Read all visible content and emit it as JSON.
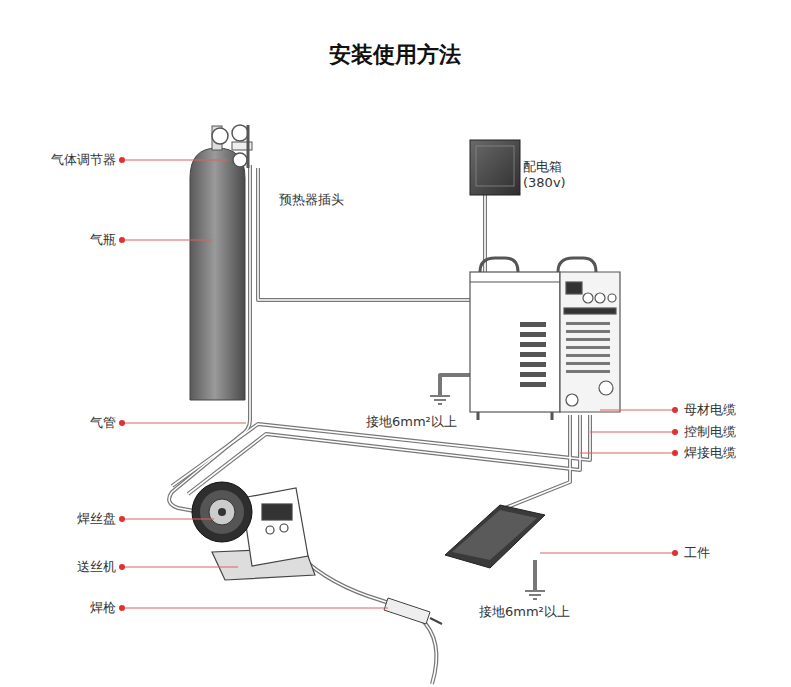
{
  "diagram": {
    "title": "安装使用方法",
    "labels": [
      "气体调节器",
      "气瓶",
      "预热器插头",
      "配电箱 (380v)",
      "接地6mm²以上",
      "母材电缆",
      "控制电缆",
      "焊接电缆",
      "气管",
      "焊丝盘",
      "送丝机",
      "焊枪",
      "工件",
      "接地6mm²以上"
    ]
  }
}
